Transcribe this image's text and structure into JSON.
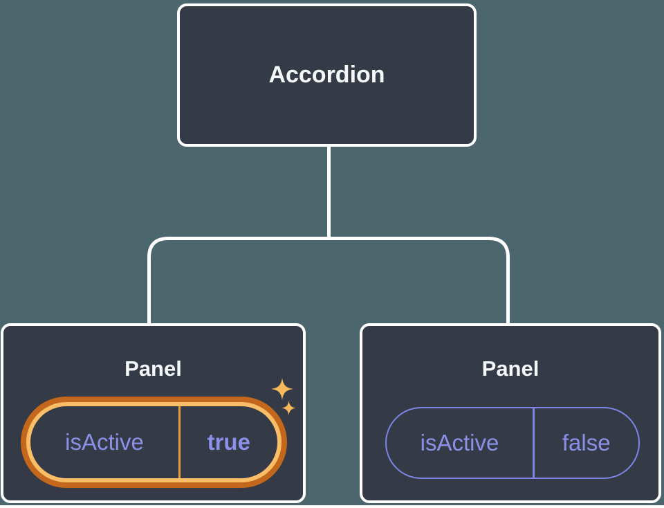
{
  "tree": {
    "root_label": "Accordion",
    "panels": [
      {
        "title": "Panel",
        "state_name": "isActive",
        "state_value": "true",
        "highlighted": true
      },
      {
        "title": "Panel",
        "state_name": "isActive",
        "state_value": "false",
        "highlighted": false
      }
    ]
  },
  "icons": {
    "sparkle_large": "sparkle-icon",
    "sparkle_small": "sparkle-icon"
  },
  "colors": {
    "background": "#4c666e",
    "card": "#343a46",
    "line": "#ffffff",
    "title_text": "#f6f7f9",
    "state_text": "#8b90e8",
    "state_border": "#7e85e6",
    "ring_outer": "#c2671c",
    "ring_inner": "#fbbd66",
    "ring_divider": "#e9a13e",
    "sparkle": "#f8b95c"
  }
}
